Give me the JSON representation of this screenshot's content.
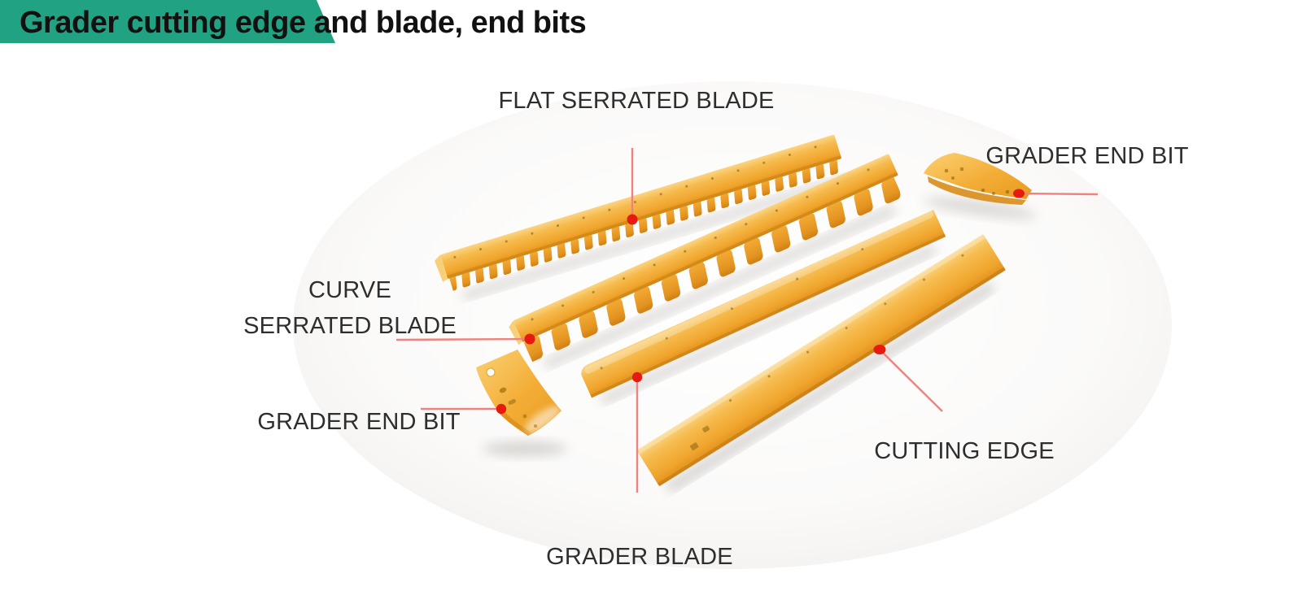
{
  "banner": {
    "title": "Grader cutting edge and blade, end bits",
    "highlight_color": "#21a282"
  },
  "diagram": {
    "description": "Exploded product photo of six yellow motor-grader ground engaging tools with red leader lines and dot markers",
    "labels": {
      "flat_serrated": "FLAT SERRATED BLADE",
      "grader_end_bit_right": "GRADER END BIT",
      "curve_line1": "CURVE",
      "curve_line2": "SERRATED BLADE",
      "grader_end_bit_left": "GRADER END BIT",
      "cutting_edge": "CUTTING EDGE",
      "grader_blade": "GRADER BLADE"
    },
    "colors": {
      "part_yellow": "#f2ab33",
      "part_yellow_light": "#f9cd74",
      "part_yellow_dark": "#cd8414",
      "leader_line": "#f0817d",
      "marker_dot": "#e61a10",
      "label_text": "#2e2e2e",
      "title_text": "#111111"
    }
  }
}
